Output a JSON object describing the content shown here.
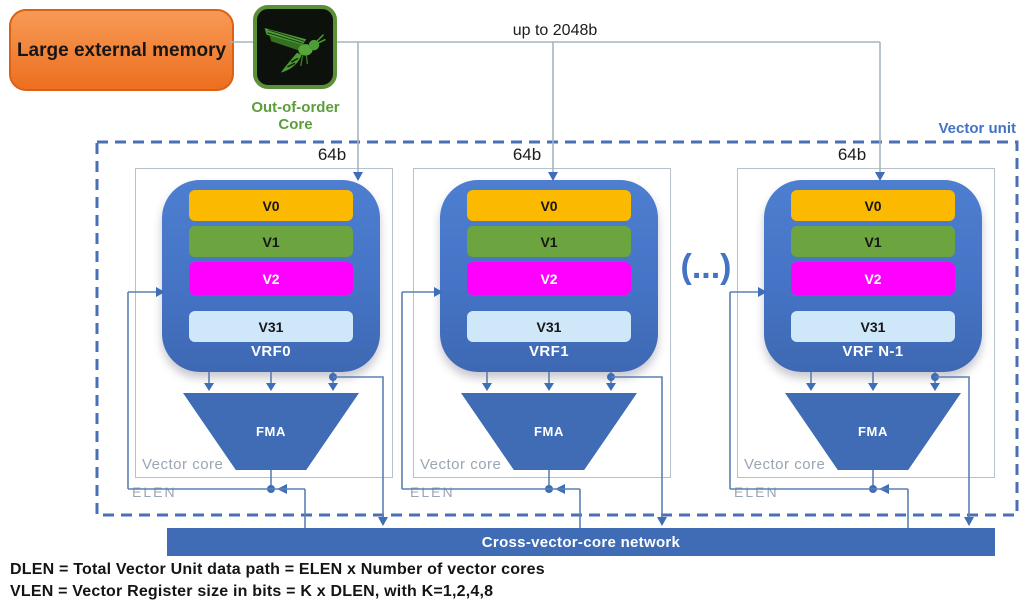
{
  "memory": {
    "label": "Large external memory"
  },
  "processor": {
    "icon": "wasp-logo-icon",
    "label_line1": "Out-of-order",
    "label_line2": "Core"
  },
  "bus": {
    "width_label": "up to 2048b"
  },
  "vector_unit": {
    "label": "Vector unit"
  },
  "cores": [
    {
      "bus_label": "64b",
      "vrf_label": "VRF0",
      "registers": [
        {
          "label": "V0"
        },
        {
          "label": "V1"
        },
        {
          "label": "V2"
        },
        {
          "label": "V31"
        }
      ],
      "fma_label": "FMA",
      "core_label": "Vector core",
      "elen_label": "ELEN"
    },
    {
      "bus_label": "64b",
      "vrf_label": "VRF1",
      "registers": [
        {
          "label": "V0"
        },
        {
          "label": "V1"
        },
        {
          "label": "V2"
        },
        {
          "label": "V31"
        }
      ],
      "fma_label": "FMA",
      "core_label": "Vector core",
      "elen_label": "ELEN"
    },
    {
      "bus_label": "64b",
      "vrf_label": "VRF N-1",
      "registers": [
        {
          "label": "V0"
        },
        {
          "label": "V1"
        },
        {
          "label": "V2"
        },
        {
          "label": "V31"
        }
      ],
      "fma_label": "FMA",
      "core_label": "Vector core",
      "elen_label": "ELEN"
    }
  ],
  "ellipsis_label": "(...)",
  "network": {
    "label": "Cross-vector-core network"
  },
  "notes": {
    "line1": "DLEN = Total Vector Unit data path = ELEN x Number of vector cores",
    "line2": "VLEN = Vector Register size in bits  = K x DLEN, with K=1,2,4,8"
  },
  "colors": {
    "memory_fill": "#ED6F1F",
    "memory_border": "#DB6214",
    "logo_green": "#5C9E3B",
    "logo_bg": "#0C110B",
    "accent_blue": "#4472C4",
    "vrf_fill": "#4574C6",
    "register_v0": "#FBB900",
    "register_v1": "#6CA43F",
    "register_v2": "#FF00FF",
    "register_v31": "#CFE8F9",
    "fma_fill": "#3F6CB5",
    "network_fill": "#3F6CB5",
    "wire_blue": "#5D80B2",
    "bus_gray": "#A4B5C1",
    "muted_label": "#9AA6B4"
  }
}
